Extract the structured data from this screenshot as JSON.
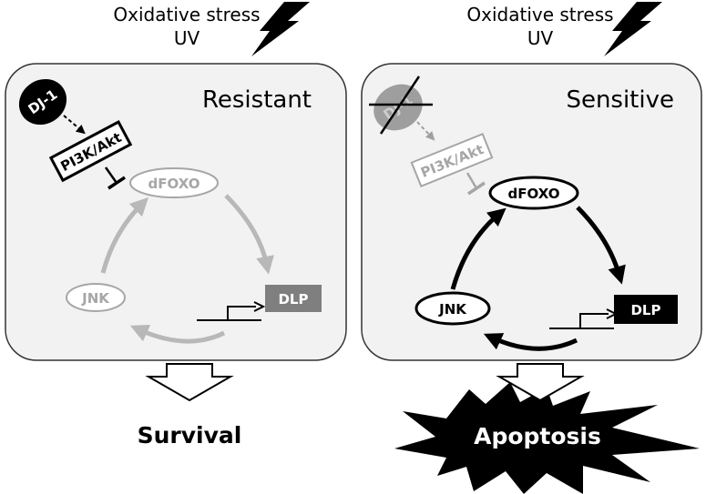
{
  "stimulus": {
    "line1": "Oxidative stress",
    "line2": "UV"
  },
  "panels": [
    {
      "title": "Resistant",
      "nodes": {
        "dj1": "DJ-1",
        "pi3k": "PI3K/Akt",
        "dfoxo": "dFOXO",
        "dlp": "DLP",
        "jnk": "JNK"
      },
      "outcome": "Survival"
    },
    {
      "title": "Sensitive",
      "nodes": {
        "dj1": "DJ-1",
        "pi3k": "PI3K/Akt",
        "dfoxo": "dFOXO",
        "dlp": "DLP",
        "jnk": "JNK"
      },
      "outcome": "Apoptosis"
    }
  ],
  "colors": {
    "active": "#000000",
    "inactive": "#a6a6a6",
    "panel_fill": "#f2f2f2",
    "dlp_resistant": "#7f7f7f"
  }
}
